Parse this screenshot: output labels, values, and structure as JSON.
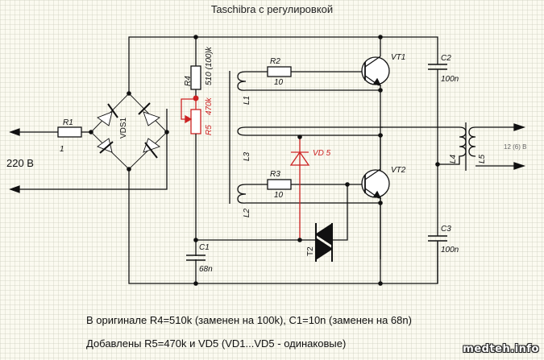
{
  "title": "Taschibra с регулировкой",
  "input_voltage": "220 В",
  "output_voltage": "12 (6) В",
  "components": {
    "R1": {
      "name": "R1",
      "value": "1"
    },
    "R2": {
      "name": "R2",
      "value": "10"
    },
    "R3": {
      "name": "R3",
      "value": "10"
    },
    "R4": {
      "name": "R4",
      "value": "510 (100)k"
    },
    "R5": {
      "name": "R5",
      "value": "470k"
    },
    "C1": {
      "name": "C1",
      "value": "68n"
    },
    "C2": {
      "name": "C2",
      "value": "100n"
    },
    "C3": {
      "name": "C3",
      "value": "100n"
    },
    "VDS1": {
      "name": "VDS1"
    },
    "VD5": {
      "name": "VD 5"
    },
    "VT1": {
      "name": "VT1"
    },
    "VT2": {
      "name": "VT2"
    },
    "T2": {
      "name": "T2"
    },
    "L1": {
      "name": "L1"
    },
    "L2": {
      "name": "L2"
    },
    "L3": {
      "name": "L3"
    },
    "L4": {
      "name": "L4"
    },
    "L5": {
      "name": "L5"
    }
  },
  "notes": [
    "В оригинале R4=510k (заменен на 100k), C1=10n (заменен на 68n)",
    "Добавлены R5=470k  и VD5 (VD1...VD5 - одинаковые)"
  ],
  "watermark": "medteh.info",
  "colors": {
    "wire": "#111111",
    "modified": "#cc2222",
    "background": "#fbfaf0"
  }
}
